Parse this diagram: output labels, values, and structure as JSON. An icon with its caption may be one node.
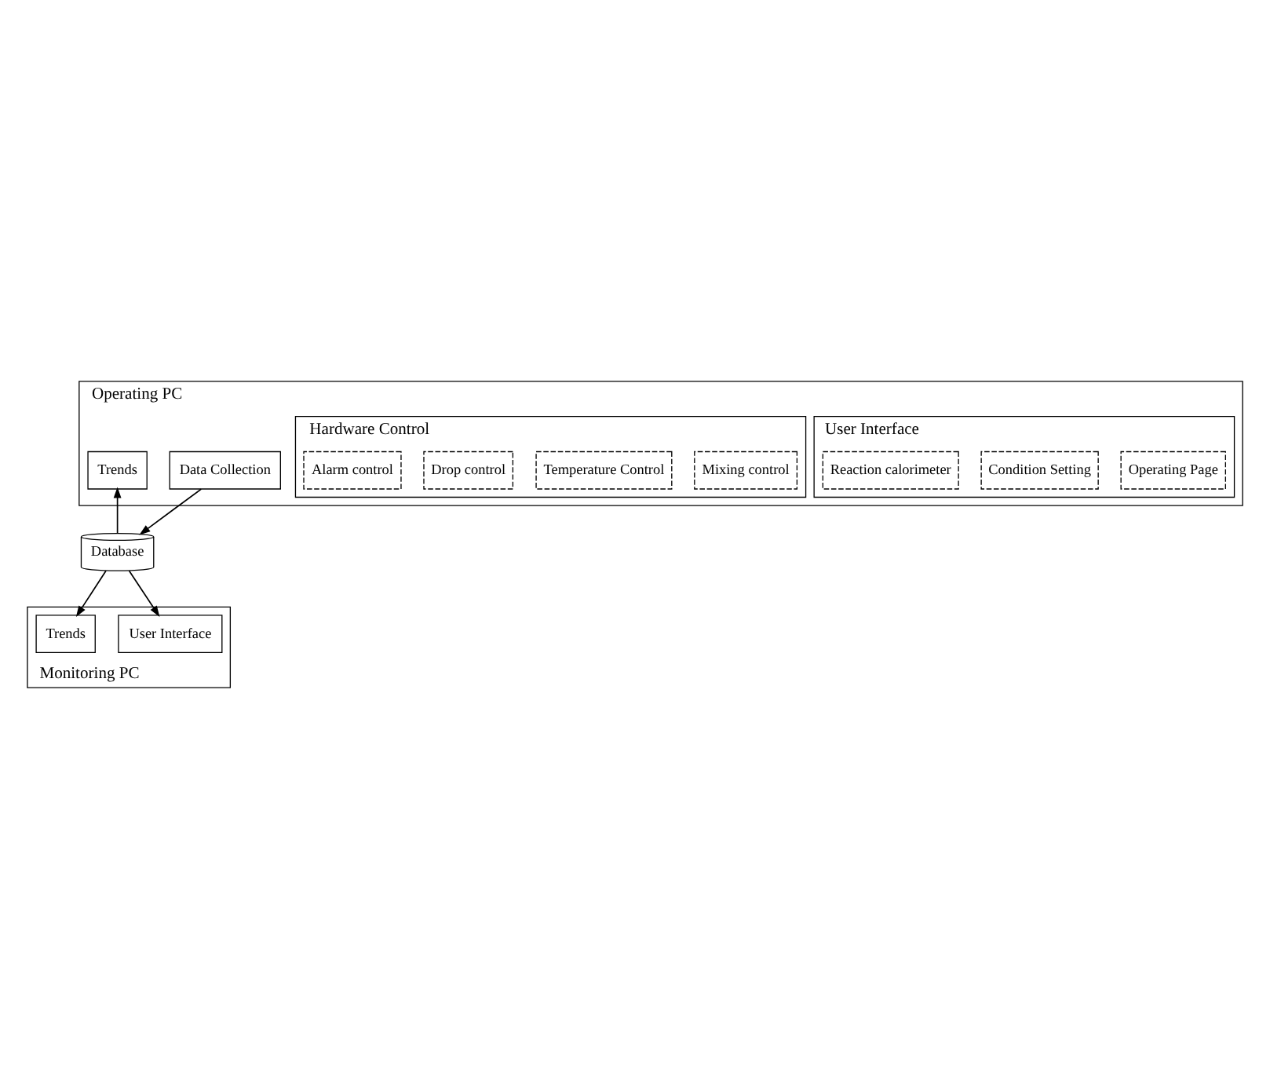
{
  "diagram": {
    "nodes": [
      {
        "text": [
          "Operating PC"
        ]
      },
      {
        "text": [
          "User Interface"
        ],
        "in": 0
      },
      {
        "text": [
          "Operating Page"
        ],
        "in": 1
      },
      {
        "text": [
          "Condition Setting"
        ],
        "in": 1
      },
      {
        "text": [
          "Reaction calorimeter"
        ],
        "in": 1
      },
      {
        "text": [
          "Hardware Control"
        ],
        "in": 0
      },
      {
        "text": [
          "Mixing control"
        ],
        "in": 5
      },
      {
        "text": [
          "Temperature Control"
        ],
        "in": 5
      },
      {
        "text": [
          "Drop control"
        ],
        "in": 5
      },
      {
        "text": [
          "Alarm control"
        ],
        "in": 5
      },
      {
        "text": [
          "Data Collection"
        ],
        "in": 0
      },
      {
        "text": [
          "Trends"
        ],
        "in": 0
      },
      {
        "text": [
          "Monitoring PC"
        ]
      },
      {
        "text": [
          "User Interface"
        ],
        "in": 12
      },
      {
        "text": [
          "Trends"
        ],
        "in": 12
      },
      {
        "text": [
          "Database"
        ]
      }
    ],
    "edges": [
      {
        "from": 10,
        "to": 15,
        "arrow": "to"
      },
      {
        "from": 15,
        "to": 11,
        "arrow": "to"
      },
      {
        "from": 15,
        "to": 13,
        "arrow": "to"
      },
      {
        "from": 15,
        "to": 14,
        "arrow": "to"
      }
    ]
  }
}
